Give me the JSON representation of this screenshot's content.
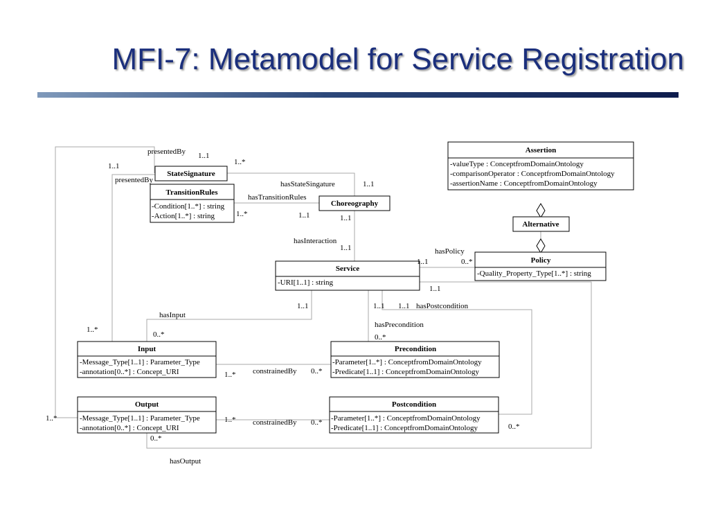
{
  "title": "MFI-7: Metamodel for Service Registration",
  "classes": {
    "assertion": {
      "name": "Assertion",
      "attrs": [
        "-valueType : ConceptfromDomainOntology",
        "-comparisonOperator : ConceptfromDomainOntology",
        "-assertionName : ConceptfromDomainOntology"
      ]
    },
    "alternative": {
      "name": "Alternative"
    },
    "policy": {
      "name": "Policy",
      "attrs": [
        "-Quality_Property_Type[1..*] : string"
      ]
    },
    "state_signature": {
      "name": "StateSignature"
    },
    "transition_rules": {
      "name": "TransitionRules",
      "attrs": [
        "-Condition[1..*] : string",
        "-Action[1..*] : string"
      ]
    },
    "choreography": {
      "name": "Choreography"
    },
    "service": {
      "name": "Service",
      "attrs": [
        "-URI[1..1] : string"
      ]
    },
    "input": {
      "name": "Input",
      "attrs": [
        "-Message_Type[1..1] : Parameter_Type",
        "-annotation[0..*] : Concept_URI"
      ]
    },
    "output": {
      "name": "Output",
      "attrs": [
        "-Message_Type[1..1] : Parameter_Type",
        "-annotation[0..*] : Concept_URI"
      ]
    },
    "precondition": {
      "name": "Precondition",
      "attrs": [
        "-Parameter[1..*] : ConceptfromDomainOntology",
        "-Predicate[1..1] : ConceptfromDomainOntology"
      ]
    },
    "postcondition": {
      "name": "Postcondition",
      "attrs": [
        "-Parameter[1..*] : ConceptfromDomainOntology",
        "-Predicate[1..1] : ConceptfromDomainOntology"
      ]
    }
  },
  "labels": {
    "presented_by_top": "presentedBy",
    "presented_by_top_mult": "1..1",
    "presented_by_outer_mult": "1..1",
    "presented_by_mid": "presentedBy",
    "state_sig_mult": "1..*",
    "has_state_signature": "hasStateSingature",
    "has_state_signature_mult": "1..1",
    "has_transition_rules": "hasTransitionRules",
    "transition_rules_mult": "1..*",
    "transition_rules_choreo_mult": "1..1",
    "choreography_mult": "1..1",
    "has_interaction": "hasInteraction",
    "has_interaction_mult": "1..1",
    "has_policy": "hasPolicy",
    "has_policy_service_mult": "1..1",
    "has_policy_policy_mult": "0..*",
    "service_bottom_mult": "1..1",
    "service_input_mult": "1..1",
    "service_precondition_mult": "1..1",
    "service_postcondition_mult": "1..1",
    "has_postcondition": "hasPostcondition",
    "has_input": "hasInput",
    "input_mult": "0..*",
    "input_left_mult": "1..*",
    "has_precondition": "hasPrecondition",
    "precondition_mult": "0..*",
    "constrained_by_1": "constrainedBy",
    "input_constrained_mult": "1..*",
    "precondition_constrained_mult": "0..*",
    "output_left_mult": "1..*",
    "output_constrained_mult": "1..*",
    "constrained_by_2": "constrainedBy",
    "postcondition_constrained_mult": "0..*",
    "postcondition_right_mult": "0..*",
    "output_mult": "0..*",
    "has_output": "hasOutput"
  }
}
